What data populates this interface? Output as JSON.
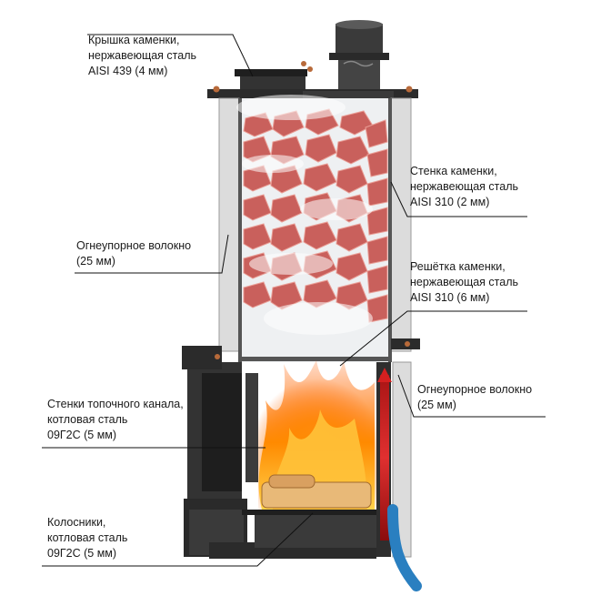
{
  "colors": {
    "steel_dark": "#2b2b2b",
    "steel_mid": "#4a4a4a",
    "insulation": "#dcdcdc",
    "stone": "#c9605c",
    "flame": "#ff8a00",
    "red_channel": "#d42020",
    "blue_pipe": "#2a7fc0"
  },
  "labels": {
    "lid": [
      "Крышка каменки,",
      "нержавеющая сталь",
      "AISI 439 (4 мм)"
    ],
    "wall": [
      "Стенка каменки,",
      "нержавеющая сталь",
      "AISI 310 (2 мм)"
    ],
    "fiber_top": [
      "Огнеупорное волокно",
      "(25 мм)"
    ],
    "grate": [
      "Решётка каменки,",
      "нержавеющая сталь",
      "AISI 310 (6 мм)"
    ],
    "fiber_bottom": [
      "Огнеупорное волокно",
      "(25 мм)"
    ],
    "firebox": [
      "Стенки топочного канала,",
      "котловая сталь",
      "09Г2С (5 мм)"
    ],
    "grates": [
      "Колосники,",
      "котловая сталь",
      "09Г2С (5 мм)"
    ]
  }
}
